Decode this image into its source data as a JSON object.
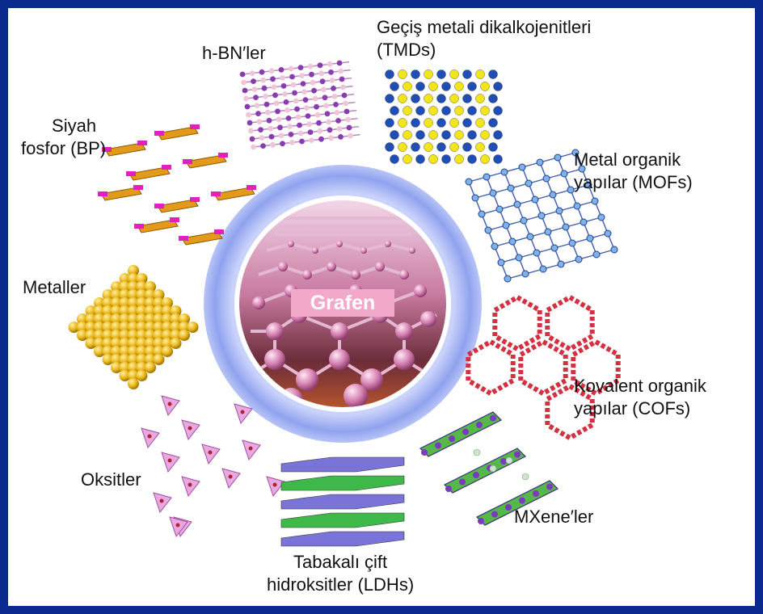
{
  "center": {
    "label": "Grafen"
  },
  "materials": {
    "hbn": "h-BN′ler",
    "tmd_line1": "Geçiş metali dikalkojenitleri",
    "tmd_line2": "(TMDs)",
    "bp_line1": "Siyah",
    "bp_line2": "fosfor (BP)",
    "mof_line1": "Metal organik",
    "mof_line2": "yapılar (MOFs)",
    "metals": "Metaller",
    "cof_line1": "Kovalent organik",
    "cof_line2": "yapılar (COFs)",
    "oxides": "Oksitler",
    "mxene": "MXene′ler",
    "ldh_line1": "Tabakalı çift",
    "ldh_line2": "hidroksitler (LDHs)"
  },
  "colors": {
    "frame": "#0b2a8f",
    "ring": "#8fa2ee",
    "center_label_bg": "#f2a9c9"
  }
}
